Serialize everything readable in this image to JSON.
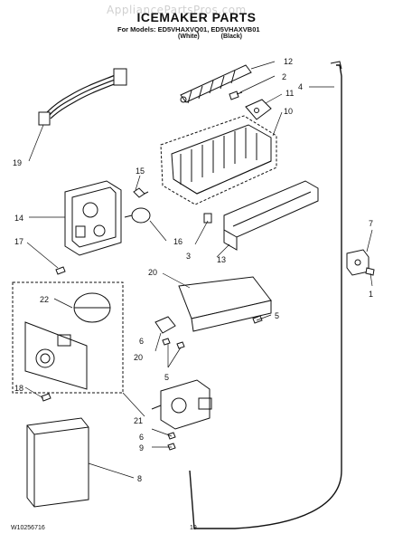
{
  "watermark": "AppliancePartsPros.com",
  "header": {
    "title": "ICEMAKER PARTS",
    "models_line": "For Models: ED5VHAXVQ01, ED5VHAXVB01",
    "variant_white": "(White)",
    "variant_black": "(Black)"
  },
  "callouts": {
    "c1": "1",
    "c2": "2",
    "c3": "3",
    "c4": "4",
    "c5a": "5",
    "c5b": "5",
    "c6": "6",
    "c7": "7",
    "c8": "8",
    "c9": "9",
    "c10": "10",
    "c11": "11",
    "c12": "12",
    "c13": "13",
    "c14": "14",
    "c15": "15",
    "c16": "16",
    "c17": "17",
    "c18": "18",
    "c19": "19",
    "c20a": "20",
    "c20b": "20",
    "c21": "21",
    "c22": "22"
  },
  "footer": {
    "doc_number": "W10256716",
    "page_number": "19"
  }
}
